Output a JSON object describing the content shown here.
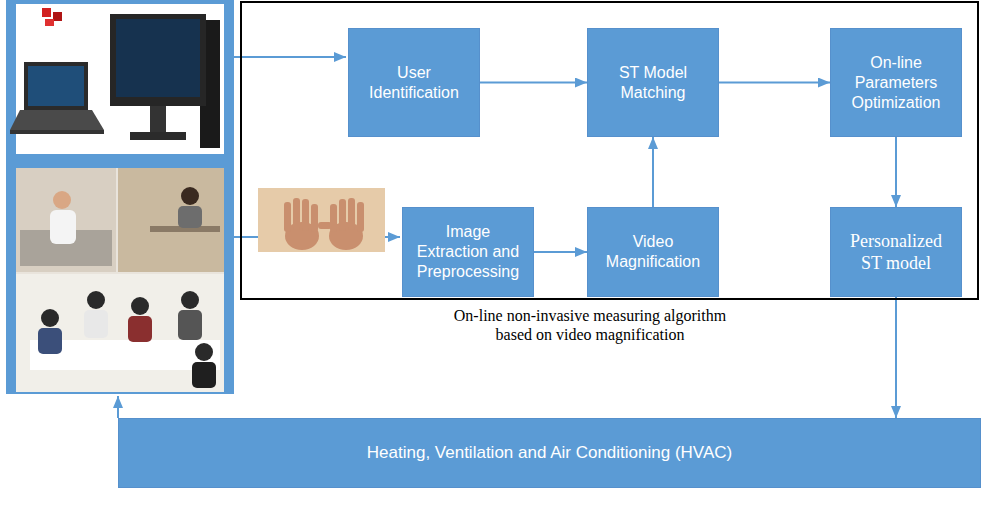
{
  "diagram": {
    "nodes": [
      {
        "text": [
          "On-line non-invasive measuring algorithm based on video magnification"
        ]
      },
      {
        "text": [
          "User Identification"
        ],
        "in": 0
      },
      {
        "text": [
          "ST Model Matching"
        ],
        "in": 0
      },
      {
        "text": [
          "On-line Parameters Optimization"
        ],
        "in": 0
      },
      {
        "text": [
          "Image Extraction and Preprocessing"
        ],
        "in": 0
      },
      {
        "text": [
          "Video Magnification"
        ],
        "in": 0
      },
      {
        "text": [
          "Personalized ST model"
        ],
        "in": 0
      },
      {
        "text": [
          "Heating, Ventilation and Air Conditioning (HVAC)"
        ]
      }
    ],
    "edges": [
      {
        "from": 1,
        "to": 2,
        "arrow": "to"
      },
      {
        "from": 2,
        "to": 3,
        "arrow": "to"
      },
      {
        "from": 4,
        "to": 5,
        "arrow": "to"
      },
      {
        "from": 5,
        "to": 2,
        "arrow": "to"
      },
      {
        "from": 3,
        "to": 6,
        "arrow": "to"
      },
      {
        "from": 6,
        "to": 7,
        "arrow": "to"
      }
    ]
  }
}
